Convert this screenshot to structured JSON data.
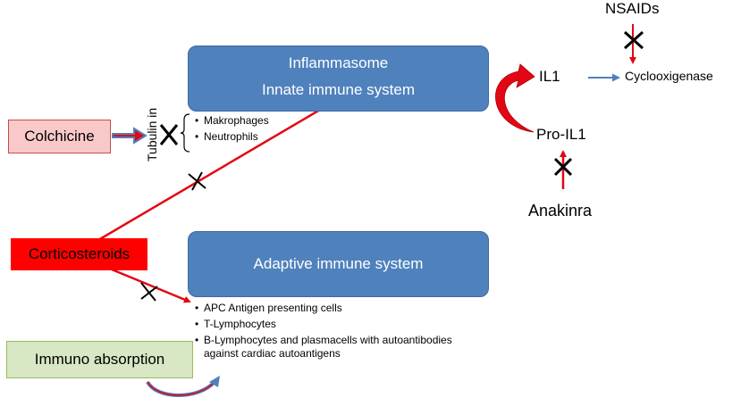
{
  "inflammasome_box": {
    "line1": "Inflammasome",
    "line2": "Innate immune system"
  },
  "adaptive_box": {
    "label": "Adaptive immune system"
  },
  "drugs": {
    "colchicine": "Colchicine",
    "corticosteroids": "Corticosteroids",
    "immuno_absorption": "Immuno absorption",
    "nsaids": "NSAIDs",
    "anakinra": "Anakinra"
  },
  "tubulin_label": "Tubulin in",
  "innate_cells": [
    "Makrophages",
    "Neutrophils"
  ],
  "adaptive_cells": [
    "APC Antigen presenting  cells",
    "T-Lymphocytes",
    "B-Lymphocytes and plasmacells with autoantibodies against cardiac autoantigens"
  ],
  "cytokines": {
    "il1": "IL1",
    "pro_il1": "Pro-IL1",
    "cox": "Cyclooxigenase"
  },
  "colors": {
    "box_blue": "#4f81bd",
    "colchicine_fill": "#f9c9c9",
    "corticosteroids_fill": "#ff0000",
    "immuno_fill": "#d8e7c4",
    "arrow_red": "#e30613",
    "arrow_blue": "#4f81bd"
  }
}
